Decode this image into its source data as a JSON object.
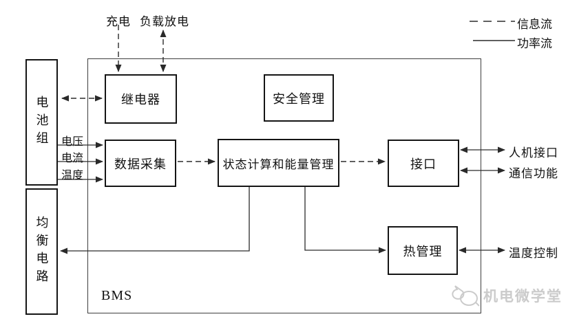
{
  "diagram": {
    "system_label": "BMS",
    "top_labels": {
      "charge": "充电",
      "load_discharge": "负载放电"
    },
    "legend": {
      "info_flow": "信息流",
      "power_flow": "功率流"
    },
    "left_blocks": {
      "battery_pack": "电池组",
      "balance_circuit": "均衡电路"
    },
    "blocks": {
      "relay": "继电器",
      "safety_management": "安全管理",
      "data_acquisition": "数据采集",
      "state_calc_energy_management": "状态计算和能量管理",
      "interface": "接口",
      "thermal_management": "热管理"
    },
    "sensor_labels": {
      "voltage": "电压",
      "current": "电流",
      "temperature": "温度"
    },
    "right_labels": {
      "hmi": "人机接口",
      "communication": "通信功能",
      "temperature_control": "温度控制"
    },
    "watermark": "机电微学堂",
    "colors": {
      "line": "#2a2a2a",
      "box_border": "#141414",
      "frame_border": "#3c3c3c",
      "watermark": "#cbcbcb",
      "background": "#ffffff"
    }
  }
}
